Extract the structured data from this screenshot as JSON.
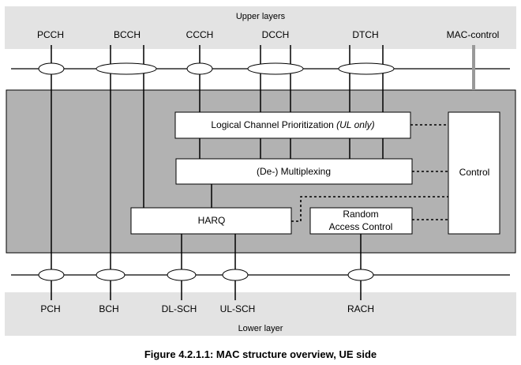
{
  "top_band": {
    "label": "Upper layers"
  },
  "bottom_band": {
    "label": "Lower layer"
  },
  "logical_channels": [
    "PCCH",
    "BCCH",
    "CCCH",
    "DCCH",
    "DTCH",
    "MAC-control"
  ],
  "transport_channels": [
    "PCH",
    "BCH",
    "DL-SCH",
    "UL-SCH",
    "RACH"
  ],
  "blocks": {
    "lcp": {
      "text": "Logical Channel Prioritization ",
      "italic": "(UL only)"
    },
    "mux": {
      "text": "(De-) Multiplexing"
    },
    "harq": {
      "text": "HARQ"
    },
    "rac": {
      "line1": "Random",
      "line2": "Access Control"
    },
    "control": {
      "text": "Control"
    }
  },
  "caption": "Figure 4.2.1.1: MAC structure overview, UE side",
  "colors": {
    "band": "#e3e3e3",
    "mac_body": "#b2b2b2",
    "box_fill": "#ffffff",
    "line": "#000000",
    "mac_control_link": "#999999"
  }
}
